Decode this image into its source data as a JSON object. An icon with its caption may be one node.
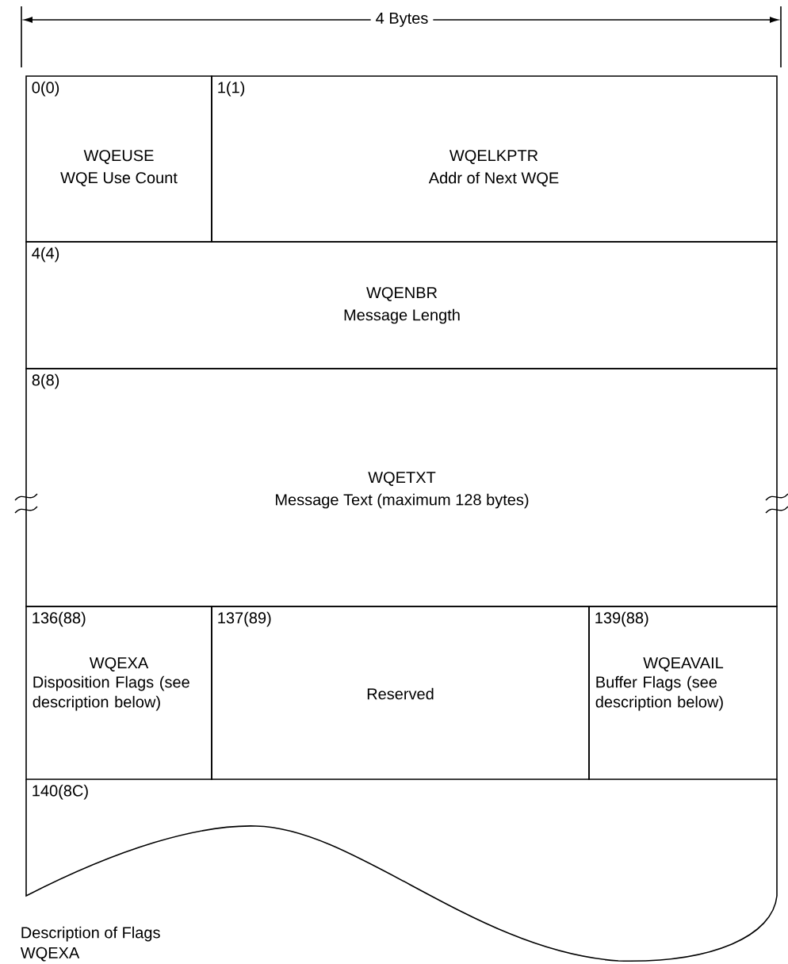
{
  "diagram": {
    "nodes": [
      {
        "text": [
          "0(0)",
          "WQEUSE",
          "WQE Use Count"
        ]
      },
      {
        "text": [
          "1(1)",
          "WQELKPTR",
          "Addr of Next WQE"
        ]
      },
      {
        "text": [
          "4(4)",
          "WQENBR",
          "Message Length"
        ]
      },
      {
        "text": [
          "8(8)",
          "WQETXT",
          "Message Text (maximum 128 bytes)"
        ]
      },
      {
        "text": [
          "136(88)",
          "WQEXA",
          "Disposition Flags (see description below)"
        ]
      },
      {
        "text": [
          "137(89)",
          "Reserved"
        ]
      },
      {
        "text": [
          "139(88)",
          "WQEAVAIL",
          "Buffer Flags (see description below)"
        ]
      },
      {
        "text": [
          "140(8C)"
        ]
      }
    ],
    "labels": [
      "4 Bytes",
      "Description of Flags",
      "WQEXA"
    ]
  }
}
